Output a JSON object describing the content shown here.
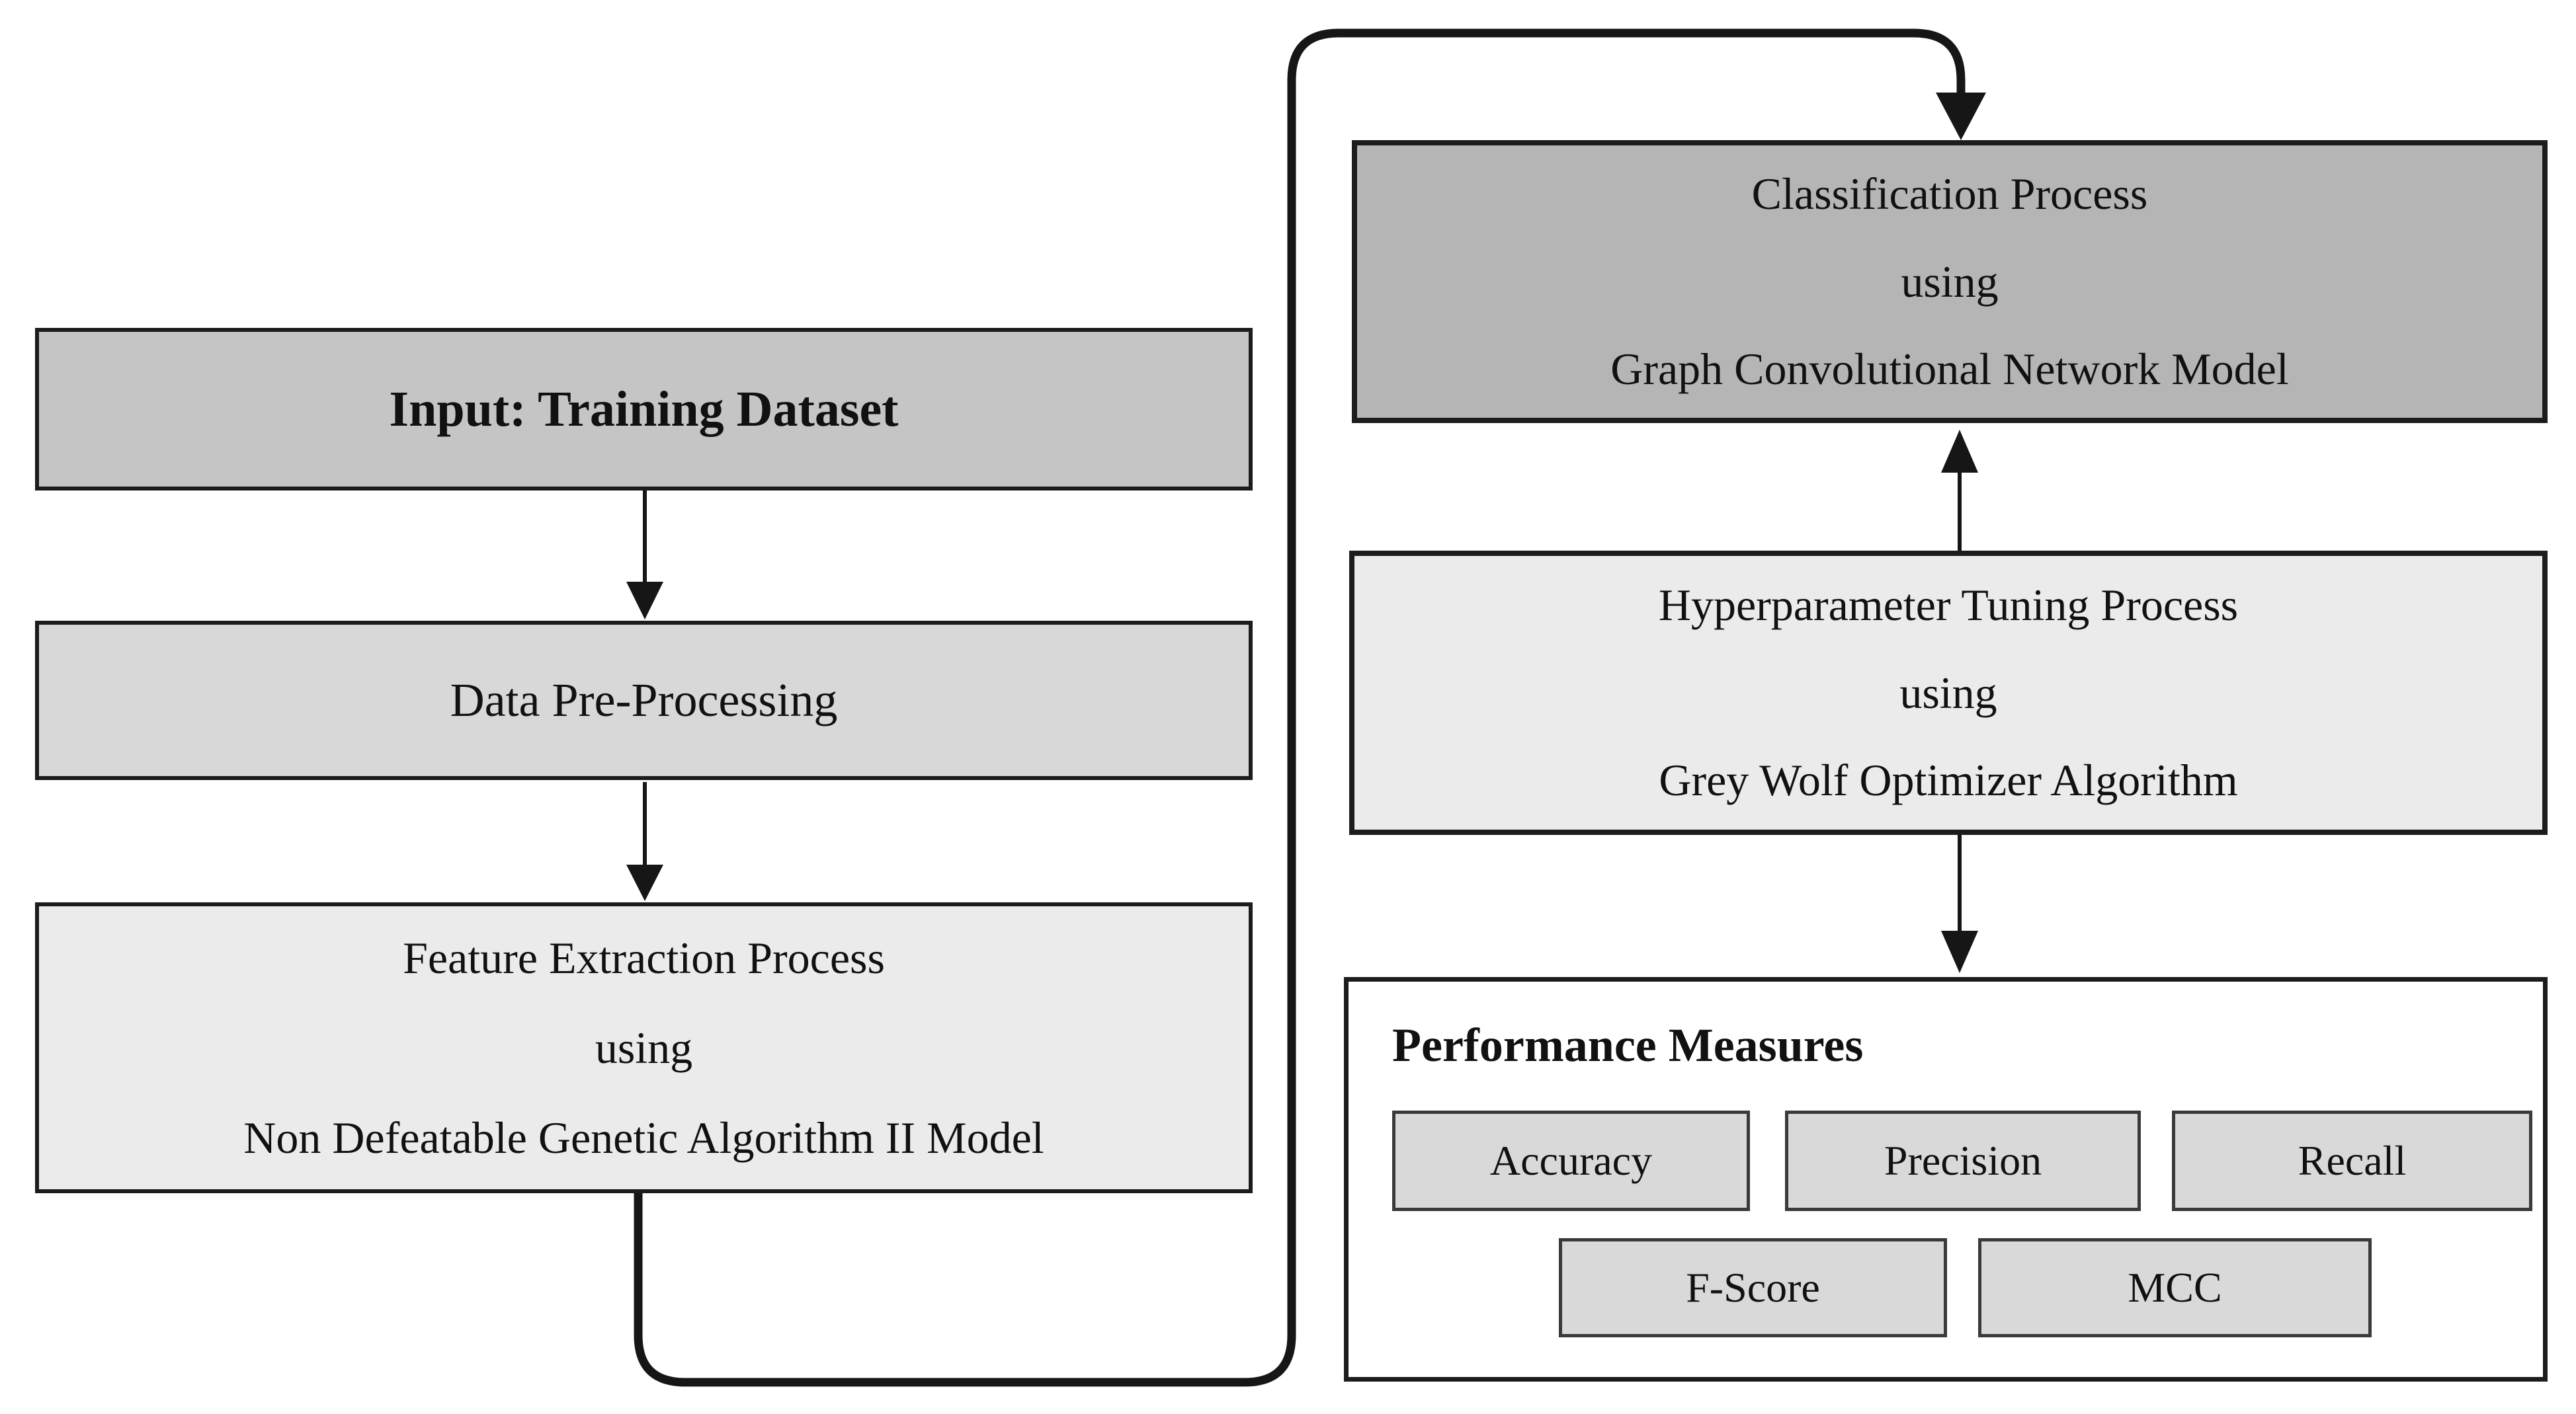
{
  "boxes": {
    "input": {
      "label": "Input: Training Dataset"
    },
    "preprocessing": {
      "label": "Data Pre-Processing"
    },
    "feature": {
      "line1": "Feature Extraction Process",
      "line2": "using",
      "line3": "Non Defeatable Genetic Algorithm II Model"
    },
    "classification": {
      "line1": "Classification Process",
      "line2": "using",
      "line3": "Graph Convolutional Network Model"
    },
    "hyperparameter": {
      "line1": "Hyperparameter Tuning Process",
      "line2": "using",
      "line3": "Grey Wolf Optimizer Algorithm"
    },
    "performance": {
      "title": "Performance Measures",
      "row1": [
        "Accuracy",
        "Precision",
        "Recall"
      ],
      "row2": [
        "F-Score",
        "MCC"
      ]
    }
  },
  "colors": {
    "canvas_background": "#ffffff",
    "fill_input": "#c5c5c5",
    "fill_preprocessing": "#d8d8d8",
    "fill_light": "#ebebeb",
    "fill_classification": "#b5b5b5",
    "fill_measure": "#d9d9d9",
    "border_dark": "#1c1c1c",
    "border_measure": "#3a3a3a",
    "arrow_black": "#161616"
  }
}
